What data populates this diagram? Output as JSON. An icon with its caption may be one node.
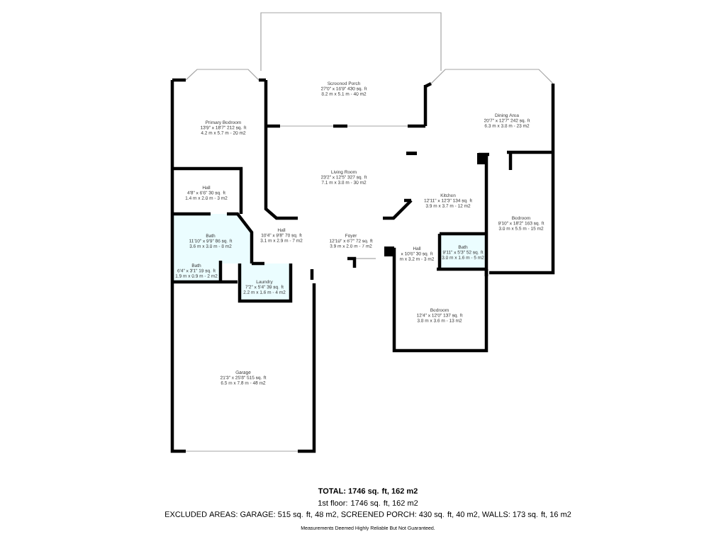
{
  "diagram": {
    "nodes": [
      {
        "text": [
          "Screened Porch",
          "27'0\" x 16'9\" 430 sq. ft",
          "8.2 m x 5.1 m - 40 m2"
        ]
      },
      {
        "text": [
          "Primary Bedroom",
          "13'9\" x 18'7\" 212 sq. ft",
          "4.2 m x 5.7 m - 20 m2"
        ]
      },
      {
        "text": [
          "Dining Area",
          "20'7\" x 12'7\" 242 sq. ft",
          "6.3 m x 3.8 m - 23 m2"
        ]
      },
      {
        "text": [
          "Living Room",
          "23'2\" x 12'5\" 327 sq. ft",
          "7.1 m x 3.8 m - 30 m2"
        ]
      },
      {
        "text": [
          "Kitchen",
          "12'11\" x 12'3\" 134 sq. ft",
          "3.9 m x 3.7 m - 12 m2"
        ]
      },
      {
        "text": [
          "Hall",
          "4'8\" x 6'6\" 30 sq. ft",
          "1.4 m x 2.0 m - 3 m2"
        ]
      },
      {
        "text": [
          "Bedroom",
          "9'10\" x 18'2\" 163 sq. ft",
          "3.0 m x 5.5 m - 15 m2"
        ]
      },
      {
        "text": [
          "Bath",
          "11'10\" x 9'9\" 86 sq. ft",
          "3.6 m x 3.0 m - 8 m2"
        ]
      },
      {
        "text": [
          "Hall",
          "10'4\" x 9'8\" 70 sq. ft",
          "3.1 m x 2.9 m - 7 m2"
        ]
      },
      {
        "text": [
          "Foyer",
          "12'10\" x 6'7\" 72 sq. ft",
          "3.9 m x 2.0 m - 7 m2"
        ]
      },
      {
        "text": [
          "Hall",
          "x 10'6\" 30 sq. ft",
          "m x 3.2 m - 3 m2"
        ]
      },
      {
        "text": [
          "Bath",
          "9'11\" x 5'3\" 52 sq. ft",
          "3.0 m x 1.6 m - 5 m2"
        ]
      },
      {
        "text": [
          "Bath",
          "6'4\" x 3'1\" 19 sq. ft",
          "1.9 m x 0.9 m - 2 m2"
        ]
      },
      {
        "text": [
          "Laundry",
          "7'2\" x 5'4\" 39 sq. ft",
          "2.2 m x 1.6 m - 4 m2"
        ]
      },
      {
        "text": [
          "Bedroom",
          "12'4\" x 12'0\" 137 sq. ft",
          "3.8 m x 3.6 m - 13 m2"
        ]
      },
      {
        "text": [
          "Garage",
          "21'3\" x 25'8\" 515 sq. ft",
          "6.5 m x 7.8 m - 48 m2"
        ]
      }
    ],
    "labels": [
      "TOTAL: 1746 sq. ft, 162 m2",
      "1st floor: 1746 sq. ft, 162 m2",
      "EXCLUDED AREAS: GARAGE: 515 sq. ft, 48 m2, SCREENED PORCH: 430 sq. ft, 40 m2, WALLS: 173 sq. ft, 16 m2",
      "Measurements Deemed Highly Reliable But Not Guaranteed."
    ]
  }
}
